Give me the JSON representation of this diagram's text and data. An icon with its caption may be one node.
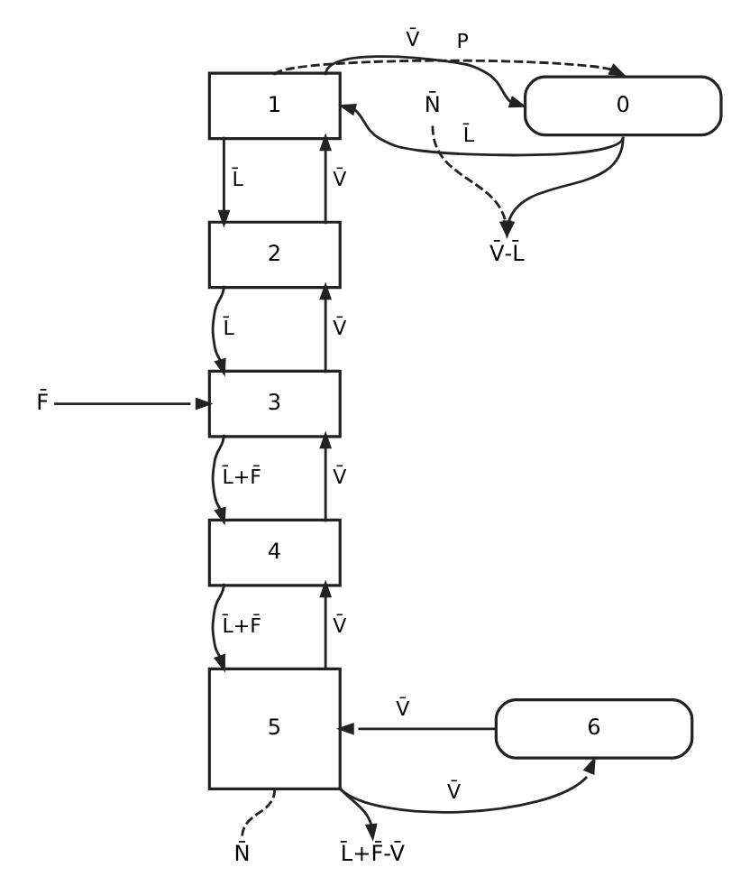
{
  "diagram": {
    "nodes": [
      {
        "text": [
          "0"
        ]
      },
      {
        "text": [
          "1"
        ]
      },
      {
        "text": [
          "2"
        ]
      },
      {
        "text": [
          "3"
        ]
      },
      {
        "text": [
          "4"
        ]
      },
      {
        "text": [
          "5"
        ]
      },
      {
        "text": [
          "6"
        ]
      },
      {
        "text": [
          "F̄"
        ]
      },
      {
        "text": [
          "V̄-L̄"
        ]
      },
      {
        "text": [
          "L̄+F̄-V̄"
        ]
      },
      {
        "text": [
          "N̄"
        ]
      },
      {
        "text": [
          "N̄"
        ]
      }
    ],
    "edges": [
      {
        "from": 1,
        "to": 0,
        "arrow": "to",
        "label": "V̄"
      },
      {
        "from": 1,
        "to": 0,
        "arrow": "to",
        "style": "dashed",
        "label": "P"
      },
      {
        "from": 0,
        "to": 1,
        "arrow": "to",
        "label": "L̄"
      },
      {
        "from": 0,
        "to": 8,
        "arrow": "to"
      },
      {
        "from": 10,
        "to": 8,
        "arrow": "to",
        "style": "dashed"
      },
      {
        "from": 1,
        "to": 2,
        "arrow": "to",
        "label": "L̄"
      },
      {
        "from": 2,
        "to": 1,
        "arrow": "to",
        "label": "V̄"
      },
      {
        "from": 2,
        "to": 3,
        "arrow": "to",
        "label": "L̄"
      },
      {
        "from": 3,
        "to": 2,
        "arrow": "to",
        "label": "V̄"
      },
      {
        "from": 7,
        "to": 3,
        "arrow": "to"
      },
      {
        "from": 3,
        "to": 4,
        "arrow": "to",
        "label": "L̄+F̄"
      },
      {
        "from": 4,
        "to": 3,
        "arrow": "to",
        "label": "V̄"
      },
      {
        "from": 4,
        "to": 5,
        "arrow": "to",
        "label": "L̄+F̄"
      },
      {
        "from": 5,
        "to": 4,
        "arrow": "to",
        "label": "V̄"
      },
      {
        "from": 6,
        "to": 5,
        "arrow": "to",
        "label": "V̄"
      },
      {
        "from": 5,
        "to": 6,
        "arrow": "to",
        "label": "V̄"
      },
      {
        "from": 5,
        "to": 9,
        "arrow": "to"
      },
      {
        "from": 5,
        "to": 11,
        "arrow": "none",
        "style": "dashed"
      }
    ]
  }
}
